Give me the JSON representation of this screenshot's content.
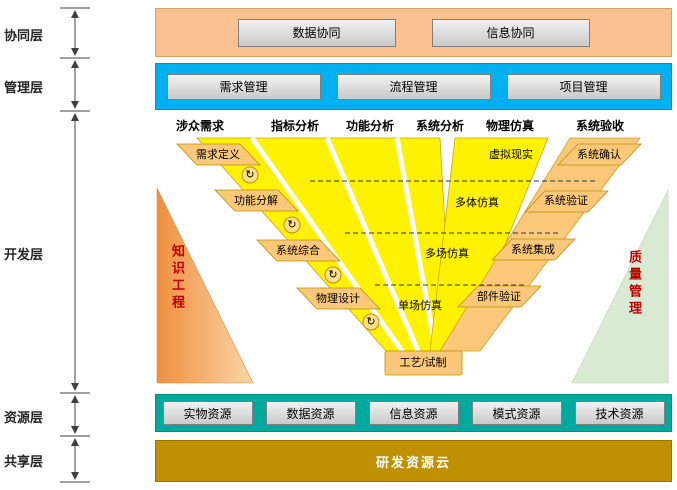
{
  "layers": {
    "collaboration": {
      "label": "协同层",
      "items": [
        "数据协同",
        "信息协同"
      ]
    },
    "management": {
      "label": "管理层",
      "items": [
        "需求管理",
        "流程管理",
        "项目管理"
      ]
    },
    "development": {
      "label": "开发层",
      "column_headers": [
        "涉众需求",
        "指标分析",
        "功能分析",
        "系统分析",
        "物理仿真",
        "系统验收"
      ],
      "design_steps": [
        "需求定义",
        "功能分解",
        "系统综合",
        "物理设计"
      ],
      "bottom_step": "工艺/试制",
      "simulation_steps": [
        "虚拟现实",
        "多体仿真",
        "多场仿真",
        "单场仿真"
      ],
      "verification_steps": [
        "系统确认",
        "系统验证",
        "系统集成",
        "部件验证"
      ],
      "knowledge_label": "知识工程",
      "quality_label": "质量管理"
    },
    "resource": {
      "label": "资源层",
      "items": [
        "实物资源",
        "数据资源",
        "信息资源",
        "模式资源",
        "技术资源"
      ]
    },
    "sharing": {
      "label": "共享层",
      "item": "研发资源云"
    }
  },
  "icons": {
    "iteration": "↻"
  },
  "colors": {
    "collaboration_band": "#FAC090",
    "management_band": "#00B0F0",
    "resource_band": "#00A99D",
    "sharing_band": "#BF9000",
    "v_yellow": "#FFF200",
    "v_tan": "#FAC878",
    "box_gray": "#D9D9D9",
    "knowledge_triangle": "#F2A355",
    "quality_triangle": "#D9EAD3",
    "triangle_text": "#C00000"
  }
}
